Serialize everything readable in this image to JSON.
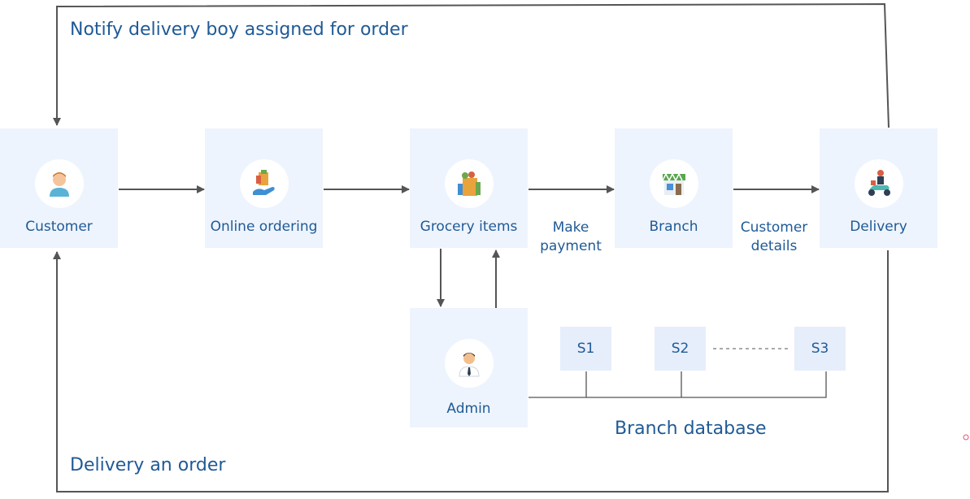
{
  "top_caption": "Notify delivery boy assigned for order",
  "bottom_caption": "Delivery an order",
  "nodes": {
    "customer": {
      "label": "Customer",
      "icon": "customer-icon"
    },
    "online_ordering": {
      "label": "Online ordering",
      "icon": "online-ordering-icon"
    },
    "grocery_items": {
      "label": "Grocery items",
      "icon": "grocery-bag-icon"
    },
    "branch": {
      "label": "Branch",
      "icon": "store-icon"
    },
    "delivery": {
      "label": "Delivery",
      "icon": "scooter-icon"
    },
    "admin": {
      "label": "Admin",
      "icon": "admin-icon"
    }
  },
  "edge_labels": {
    "make_payment": [
      "Make",
      "payment"
    ],
    "customer_details": [
      "Customer",
      "details"
    ]
  },
  "servers": [
    "S1",
    "S2",
    "S3"
  ],
  "branch_database": "Branch database",
  "colors": {
    "box": "#eef4fd",
    "text": "#1f5a96",
    "line": "#555555"
  }
}
